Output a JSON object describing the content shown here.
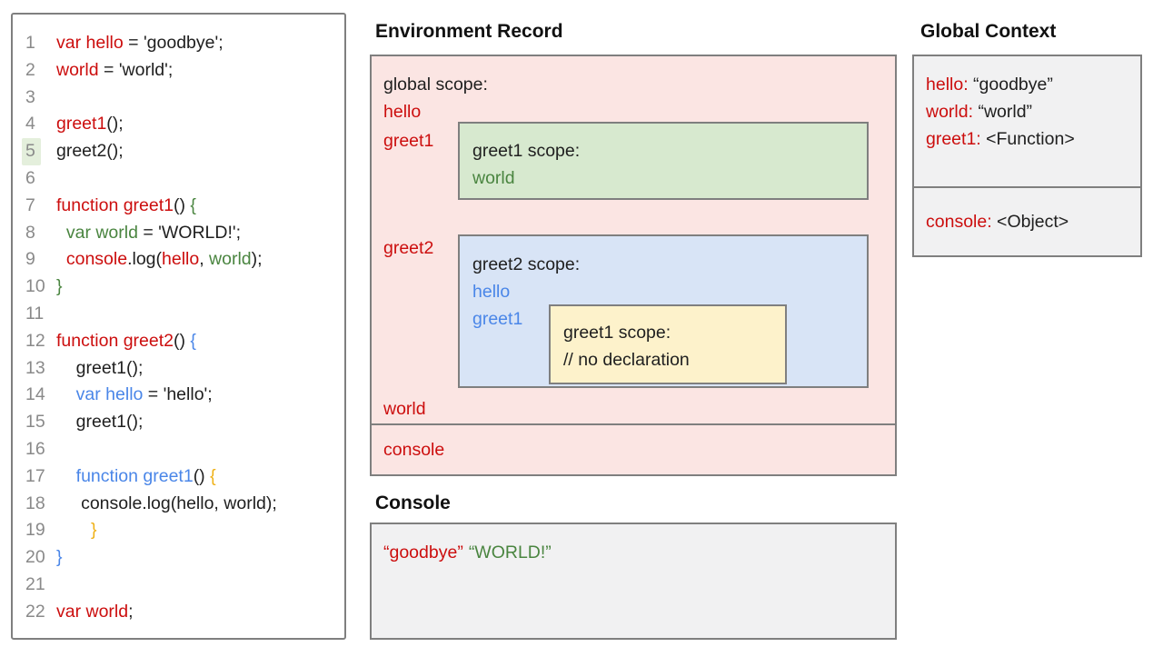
{
  "palette": {
    "ink": "#202020",
    "red": "#cc0e0e",
    "green": "#4a8540",
    "blue": "#4a86e8",
    "yellow": "#efb117",
    "numgray": "#8a8a8a",
    "border": "#7f7f7f",
    "pinkbg": "#fbe5e3",
    "greenbg": "#d7e9cf",
    "bluebg": "#d8e4f6",
    "yellowbg": "#fdf2cb",
    "graybg": "#f1f1f2",
    "hl": "#e4efdc"
  },
  "code": {
    "lines": [
      {
        "num": "1",
        "segments": [
          {
            "t": "var hello",
            "c": "red"
          },
          {
            "t": " = 'goodbye';",
            "c": "ink"
          }
        ]
      },
      {
        "num": "2",
        "segments": [
          {
            "t": "world",
            "c": "red"
          },
          {
            "t": " = 'world';",
            "c": "ink"
          }
        ]
      },
      {
        "num": "3",
        "segments": []
      },
      {
        "num": "4",
        "segments": [
          {
            "t": "greet1",
            "c": "red"
          },
          {
            "t": "();",
            "c": "ink"
          }
        ]
      },
      {
        "num": "5",
        "hl": true,
        "segments": [
          {
            "t": "greet2();",
            "c": "ink"
          }
        ]
      },
      {
        "num": "6",
        "segments": []
      },
      {
        "num": "7",
        "segments": [
          {
            "t": "function greet1",
            "c": "red"
          },
          {
            "t": "() ",
            "c": "ink"
          },
          {
            "t": "{",
            "c": "green"
          }
        ]
      },
      {
        "num": "8",
        "segments": [
          {
            "t": "  ",
            "c": "ink"
          },
          {
            "t": "var world",
            "c": "green"
          },
          {
            "t": " = 'WORLD!';",
            "c": "ink"
          }
        ]
      },
      {
        "num": "9",
        "segments": [
          {
            "t": "  ",
            "c": "ink"
          },
          {
            "t": "console",
            "c": "red"
          },
          {
            "t": ".log(",
            "c": "ink"
          },
          {
            "t": "hello",
            "c": "red"
          },
          {
            "t": ", ",
            "c": "ink"
          },
          {
            "t": "world",
            "c": "green"
          },
          {
            "t": ");",
            "c": "ink"
          }
        ]
      },
      {
        "num": "10",
        "segments": [
          {
            "t": "}",
            "c": "green"
          }
        ]
      },
      {
        "num": "11",
        "segments": []
      },
      {
        "num": "12",
        "segments": [
          {
            "t": "function greet2",
            "c": "red"
          },
          {
            "t": "() ",
            "c": "ink"
          },
          {
            "t": "{",
            "c": "blue"
          }
        ]
      },
      {
        "num": "13",
        "segments": [
          {
            "t": "    greet1();",
            "c": "ink"
          }
        ]
      },
      {
        "num": "14",
        "segments": [
          {
            "t": "    ",
            "c": "ink"
          },
          {
            "t": "var hello",
            "c": "blue"
          },
          {
            "t": " = 'hello';",
            "c": "ink"
          }
        ]
      },
      {
        "num": "15",
        "segments": [
          {
            "t": "    greet1();",
            "c": "ink"
          }
        ]
      },
      {
        "num": "16",
        "segments": []
      },
      {
        "num": "17",
        "segments": [
          {
            "t": "    ",
            "c": "ink"
          },
          {
            "t": "function greet1",
            "c": "blue"
          },
          {
            "t": "() ",
            "c": "ink"
          },
          {
            "t": "{",
            "c": "yellow"
          }
        ]
      },
      {
        "num": "18",
        "segments": [
          {
            "t": "     console.log(hello, world);",
            "c": "ink"
          }
        ]
      },
      {
        "num": "19",
        "segments": [
          {
            "t": "       ",
            "c": "ink"
          },
          {
            "t": "}",
            "c": "yellow"
          }
        ]
      },
      {
        "num": "20",
        "segments": [
          {
            "t": "}",
            "c": "blue"
          }
        ]
      },
      {
        "num": "21",
        "segments": []
      },
      {
        "num": "22",
        "segments": [
          {
            "t": "var world",
            "c": "red"
          },
          {
            "t": ";",
            "c": "ink"
          }
        ]
      }
    ]
  },
  "environment": {
    "heading": "Environment Record",
    "global_scope_label": "global scope:",
    "var_hello": "hello",
    "var_greet1": "greet1",
    "var_greet2": "greet2",
    "var_world": "world",
    "console_binding": "console",
    "greet1_scope": {
      "label": "greet1 scope:",
      "var_world": "world"
    },
    "greet2_scope": {
      "label": "greet2 scope:",
      "var_hello": "hello",
      "var_greet1": "greet1",
      "inner_greet1_scope": {
        "label": "greet1 scope:",
        "comment": "// no declaration"
      }
    }
  },
  "global_context": {
    "heading": "Global Context",
    "bindings": [
      {
        "name": "hello:",
        "value": " “goodbye”"
      },
      {
        "name": "world:",
        "value": " “world”"
      },
      {
        "name": "greet1:",
        "value": " <Function>"
      }
    ],
    "console_binding": {
      "name": "console:",
      "value": " <Object>"
    }
  },
  "console": {
    "heading": "Console",
    "entries": [
      {
        "t": "“goodbye”",
        "c": "red"
      },
      {
        "t": "“WORLD!”",
        "c": "green"
      }
    ]
  }
}
